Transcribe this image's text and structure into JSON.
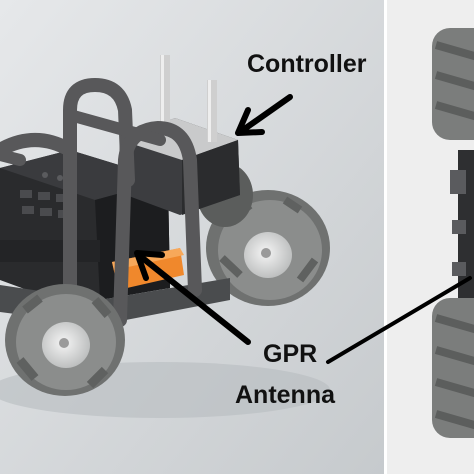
{
  "labels": {
    "controller": "Controller",
    "gpr_line1": "GPR",
    "gpr_line2": "Antenna"
  },
  "colors": {
    "background_left": "#d4d8db",
    "background_right": "#eeeeee",
    "frame": "#58585a",
    "body_dark": "#2a2b2d",
    "wheel_gray": "#8b8d8c",
    "hub_light": "#e3e3e3",
    "antenna_orange": "#f0882c",
    "arrow": "#000000"
  }
}
